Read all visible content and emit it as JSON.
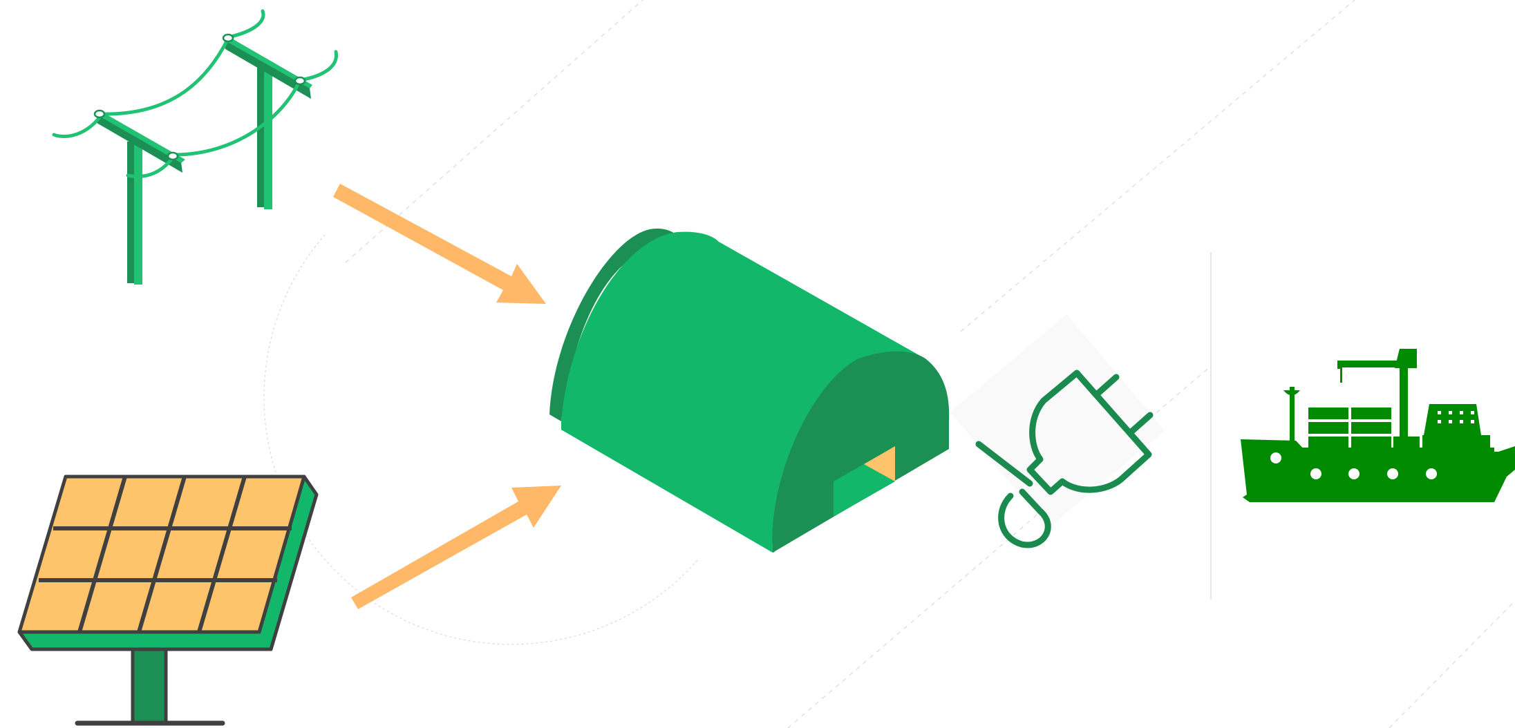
{
  "colors": {
    "green_primary": "#12b76a",
    "green_light": "#22c274",
    "green_dark": "#1c8f54",
    "green_stroke": "#1b8a4e",
    "green_ship": "#008a00",
    "orange_arrow": "#ffb867",
    "orange_panel": "#fdc46b",
    "outline_dark": "#404040",
    "background_line": "#d9d9d9"
  },
  "nodes": [
    {
      "id": "power-grid",
      "icon": "utility-pole-icon",
      "role": "source"
    },
    {
      "id": "solar-panel",
      "icon": "solar-panel-icon",
      "role": "source"
    },
    {
      "id": "storage-hub",
      "icon": "energy-storage-shelter-icon",
      "role": "hub"
    },
    {
      "id": "plug",
      "icon": "electric-plug-icon",
      "role": "connector"
    },
    {
      "id": "ship",
      "icon": "container-ship-icon",
      "role": "consumer"
    }
  ],
  "edges": [
    {
      "from": "power-grid",
      "to": "storage-hub"
    },
    {
      "from": "solar-panel",
      "to": "storage-hub"
    }
  ]
}
